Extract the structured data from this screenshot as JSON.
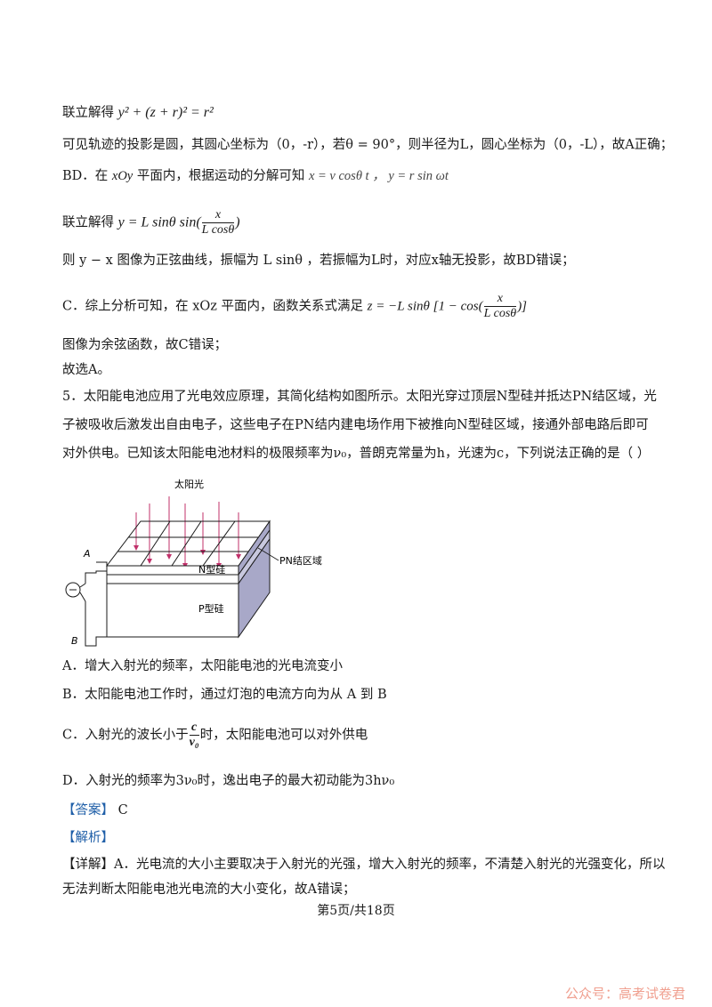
{
  "lines": {
    "l1": "联立解得",
    "l1_math": "y² + (z + r)² = r²",
    "l2": "可见轨迹的投影是圆，其圆心坐标为（0，-r），若θ = 90°，则半径为L，圆心坐标为（0，-L），故A正确；",
    "l3_prefix": "BD．在",
    "l3_var": "xOy",
    "l3_mid": "平面内，根据运动的分解可知",
    "l3_math": "x = v cosθ t ，  y = r sin ωt",
    "l4_prefix": "联立解得",
    "l4_math_left": "y = L sinθ sin(",
    "l4_frac_num": "x",
    "l4_frac_den": "L cosθ",
    "l4_math_right": ")",
    "l5": "则 y − x 图像为正弦曲线，振幅为 L sinθ ，若振幅为L时，对应x轴无投影，故BD错误；",
    "l6_prefix": "C．综上分析可知，在 xOz 平面内，函数关系式满足",
    "l6_math_left": "z = −L sinθ [1 − cos(",
    "l6_frac_num": "x",
    "l6_frac_den": "L cosθ",
    "l6_math_right": ")]",
    "l7": "图像为余弦函数，故C错误；",
    "l8": "故选A。",
    "q5_line1": "5．太阳能电池应用了光电效应原理，其简化结构如图所示。太阳光穿过顶层N型硅并抵达PN结区域，光",
    "q5_line2": "子被吸收后激发出自由电子，这些电子在PN结内建电场作用下被推向N型硅区域，接通外部电路后即可",
    "q5_line3": "对外供电。已知该太阳能电池材料的极限频率为ν₀，普朗克常量为h，光速为c，下列说法正确的是（        ）",
    "optA": "A．增大入射光的频率，太阳能电池的光电流变小",
    "optB": "B．太阳能电池工作时，通过灯泡的电流方向为从 A 到 B",
    "optC_prefix": "C．入射光的波长小于",
    "optC_frac_num": "c",
    "optC_frac_den": "ν₀",
    "optC_suffix": "时，太阳能电池可以对外供电",
    "optD": "D．入射光的频率为3ν₀时，逸出电子的最大初动能为3hν₀",
    "answer_tag": "【答案】",
    "answer_value": "C",
    "analysis_tag": "【解析】",
    "detail_tag": "【详解】",
    "detail_line1": "A．光电流的大小主要取决于入射光的光强，增大入射光的频率，不清楚入射光的光强变化，所以",
    "detail_line2": "无法判断太阳能电池光电流的大小变化，故A错误；"
  },
  "figure": {
    "sunlight_label": "太阳光",
    "pn_label": "PN结区域",
    "n_label": "N型硅",
    "p_label": "P型硅",
    "a_label": "A",
    "b_label": "B"
  },
  "footer": "第5页/共18页",
  "watermark": "公众号：高考试卷君",
  "colors": {
    "arrow": "#c0306a",
    "side_face": "#a8a8c8",
    "ink": "#1a1a1a",
    "answer_tag": "#1f5fa8"
  }
}
